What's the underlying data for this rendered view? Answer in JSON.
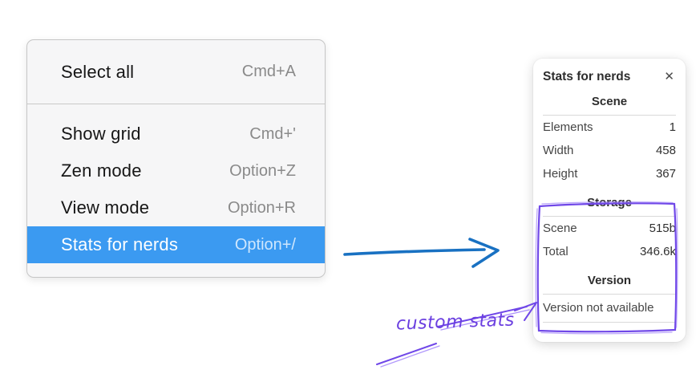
{
  "context_menu": {
    "sections": [
      {
        "items": [
          {
            "label": "Select all",
            "shortcut": "Cmd+A"
          }
        ]
      },
      {
        "items": [
          {
            "label": "Show grid",
            "shortcut": "Cmd+'"
          },
          {
            "label": "Zen mode",
            "shortcut": "Option+Z"
          },
          {
            "label": "View mode",
            "shortcut": "Option+R"
          },
          {
            "label": "Stats for nerds",
            "shortcut": "Option+/",
            "highlighted": true
          }
        ]
      }
    ],
    "highlight_color": "#3b9af1"
  },
  "stats_panel": {
    "title": "Stats for nerds",
    "close_icon": "✕",
    "sections": [
      {
        "heading": "Scene",
        "rows": [
          {
            "label": "Elements",
            "value": "1"
          },
          {
            "label": "Width",
            "value": "458"
          },
          {
            "label": "Height",
            "value": "367"
          }
        ]
      },
      {
        "heading": "Storage",
        "rows": [
          {
            "label": "Scene",
            "value": "515b"
          },
          {
            "label": "Total",
            "value": "346.6k"
          }
        ]
      },
      {
        "heading": "Version",
        "rows": [],
        "note": "Version not available"
      }
    ]
  },
  "annotations": {
    "label": "custom stats",
    "label_color": "#6b3fe0",
    "arrow_color": "#7048e8",
    "arrow_light_color": "#9775fa",
    "box_color": "#7048e8",
    "box_light_color": "#a78bfa",
    "menu_arrow_color": "#1971c2"
  }
}
